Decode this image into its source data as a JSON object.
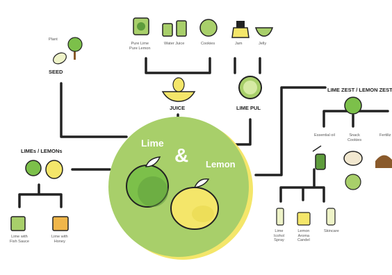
{
  "center": {
    "lime": "Lime",
    "amp": "&",
    "lemon": "Lemon"
  },
  "seed": {
    "plant": "Plant",
    "title": "SEED"
  },
  "juice": {
    "title": "JUICE",
    "items": [
      "Pure Lime\nPure Lemon",
      "Water Juice",
      "Cookies"
    ]
  },
  "pulp": {
    "title": "LIME PUL",
    "items": [
      "Jam",
      "Jelly"
    ]
  },
  "zest": {
    "title": "LIME ZEST / LEMON ZEST",
    "items": [
      "Essential oil",
      "Snack\nCookies",
      "Fertiliz"
    ],
    "sub_items": [
      "Lime\nIcohol\nSpray",
      "Lemon\nAroma\nCandel",
      "Skincare"
    ]
  },
  "fruits": {
    "title": "LIMEs / LEMONs",
    "items": [
      "Lime with\nFish Sauce",
      "Lime with\nHoney"
    ]
  },
  "colors": {
    "lime_green": "#a8cf6a",
    "lemon_yellow": "#f4e66a",
    "dark_green": "#5e9c3c",
    "line": "#222222"
  }
}
